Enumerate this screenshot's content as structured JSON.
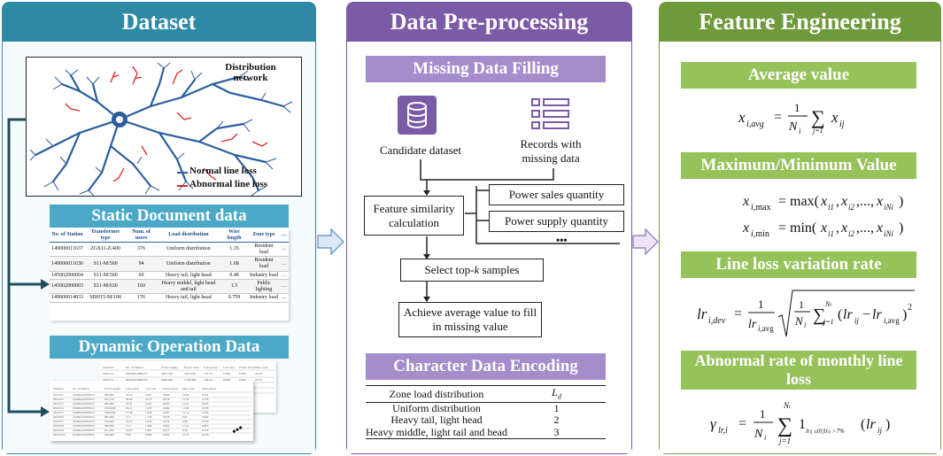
{
  "colors": {
    "teal": "#2e8aa4",
    "purple": "#7b5aa6",
    "green": "#6f9a3c",
    "light_green": "#96c25a",
    "light_purple": "#a58ccb",
    "light_teal": "#4ba9c7",
    "arrow": "#dfe7f5"
  },
  "dataset": {
    "title": "Dataset",
    "network": {
      "label": "Distribution network",
      "legend_normal": "Normal line loss",
      "legend_abnormal": "Abnormal line loss"
    },
    "static": {
      "title": "Static Document data",
      "headers": [
        "No. of Station",
        "Transformer type",
        "Num. of users",
        "Load distribution",
        "Wire length",
        "Zone type",
        "…"
      ],
      "rows": [
        [
          "149000011637",
          "ZGS11-Z/400",
          "376",
          "Uniform distribution",
          "1.35",
          "Resident load",
          "…"
        ],
        [
          "149000011636",
          "S11-M/500",
          "94",
          "Uniform distribution",
          "1.68",
          "Resident load",
          "…"
        ],
        [
          "145002000004",
          "S11-M/500",
          "60",
          "Heavy tail, light head",
          "0.48",
          "Industry load",
          "…"
        ],
        [
          "145002000003",
          "S11-M/630",
          "160",
          "Heavy middel, light head and tail",
          "1.5",
          "Public lighting",
          "…"
        ],
        [
          "149000014833",
          "SBH15-M/100",
          "176",
          "Heavy tail, light head",
          "0.759",
          "Industry load",
          "…"
        ]
      ]
    },
    "dynamic": {
      "title": "Dynamic Operation Data",
      "ellipsis": "•••"
    }
  },
  "preprocessing": {
    "title": "Data Pre-processing",
    "missing": {
      "title": "Missing Data Filling",
      "candidate": "Candidate dataset",
      "records": "Records with missing data",
      "similarity": "Feature similarity calculation",
      "power_sales": "Power sales quantity",
      "power_supply": "Power supply quantity",
      "more": "•••",
      "select": "Select top-",
      "select_k": "k",
      "select_tail": " samples",
      "achieve": "Achieve average value to fill in missing value"
    },
    "encoding": {
      "title": "Character Data Encoding",
      "headers": [
        "Zone load distribution",
        "Ld"
      ],
      "rows": [
        [
          "Uniform distribution",
          "1"
        ],
        [
          "Heavy tail, light head",
          "2"
        ],
        [
          "Heavy middle, light tail and head",
          "3"
        ]
      ]
    }
  },
  "feature": {
    "title": "Feature Engineering",
    "average": "Average value",
    "maxmin": "Maximum/Minimum Value",
    "variation": "Line loss variation rate",
    "abnormal": "Abnormal rate of monthly line loss"
  }
}
